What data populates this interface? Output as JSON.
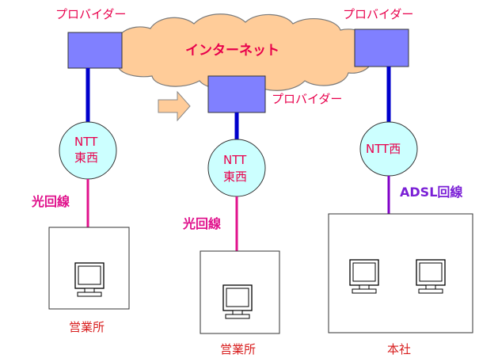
{
  "internet": {
    "label": "インターネット"
  },
  "providers": {
    "left": "プロバイダー",
    "center": "プロバイダー",
    "right": "プロバイダー"
  },
  "ntt_nodes": {
    "left": [
      "NTT",
      "東西"
    ],
    "center": [
      "NTT",
      "東西"
    ],
    "right": "NTT西"
  },
  "lines": {
    "left": "光回線",
    "center": "光回線",
    "right": "ADSL回線"
  },
  "sites": {
    "left": "営業所",
    "center": "営業所",
    "right": "本社"
  },
  "icons": {
    "terminal": "monitor-icon",
    "arrow": "right-arrow-icon",
    "cloud": "cloud-icon"
  },
  "colors": {
    "provider_fill": "#8080ff",
    "cloud_fill": "#ffcc99",
    "ntt_fill": "#ccffff",
    "provider_link": "#0000cc",
    "fiber_line": "#e0128c",
    "adsl_line": "#8000c8",
    "label_red": "#e8004c"
  }
}
